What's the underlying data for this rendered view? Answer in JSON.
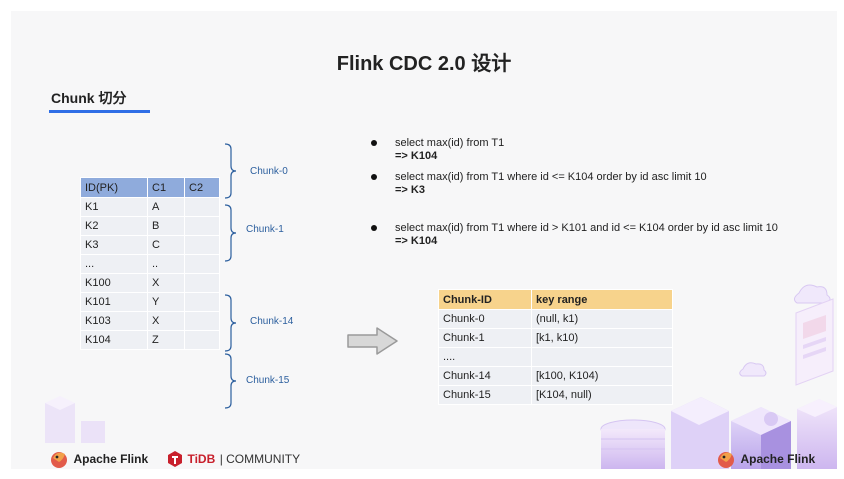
{
  "slide": {
    "title": "Flink CDC 2.0 设计",
    "subtitle": "Chunk 切分"
  },
  "id_table": {
    "headers": [
      "ID(PK)",
      "C1",
      "C2"
    ],
    "rows": [
      [
        "K1",
        "A",
        ""
      ],
      [
        "K2",
        "B",
        ""
      ],
      [
        "K3",
        "C",
        ""
      ],
      [
        "...",
        "..",
        ""
      ],
      [
        "K100",
        "X",
        ""
      ],
      [
        "K101",
        "Y",
        ""
      ],
      [
        "K103",
        "X",
        ""
      ],
      [
        "K104",
        "Z",
        ""
      ]
    ]
  },
  "chunk_labels": [
    "Chunk-0",
    "Chunk-1",
    "Chunk-14",
    "Chunk-15"
  ],
  "queries": [
    {
      "text": "select max(id) from T1",
      "result": "=>  K104"
    },
    {
      "text": "select max(id) from T1 where id <= K104 order by id asc limit 10",
      "result": "=> K3"
    },
    {
      "text": "select max(id) from T1 where id > K101 and id <= K104 order by id asc limit 10",
      "result": "=> K104"
    }
  ],
  "range_table": {
    "headers": [
      "Chunk-ID",
      "key range"
    ],
    "rows": [
      [
        "Chunk-0",
        "(null, k1)"
      ],
      [
        "Chunk-1",
        "[k1, k10)"
      ],
      [
        "....",
        ""
      ],
      [
        "Chunk-14",
        "[k100, K104)"
      ],
      [
        "Chunk-15",
        "[K104, null)"
      ]
    ]
  },
  "footer": {
    "apache_flink": "Apache Flink",
    "tidb": "TiDB",
    "community": "| COMMUNITY",
    "apache_flink_right": "Apache Flink"
  },
  "colors": {
    "accent_blue": "#2f6ee6",
    "table_header_blue": "#8fabdc",
    "table_header_orange": "#f7d38c",
    "brace_blue": "#2c5f9e",
    "tidb_red": "#c8202c"
  }
}
